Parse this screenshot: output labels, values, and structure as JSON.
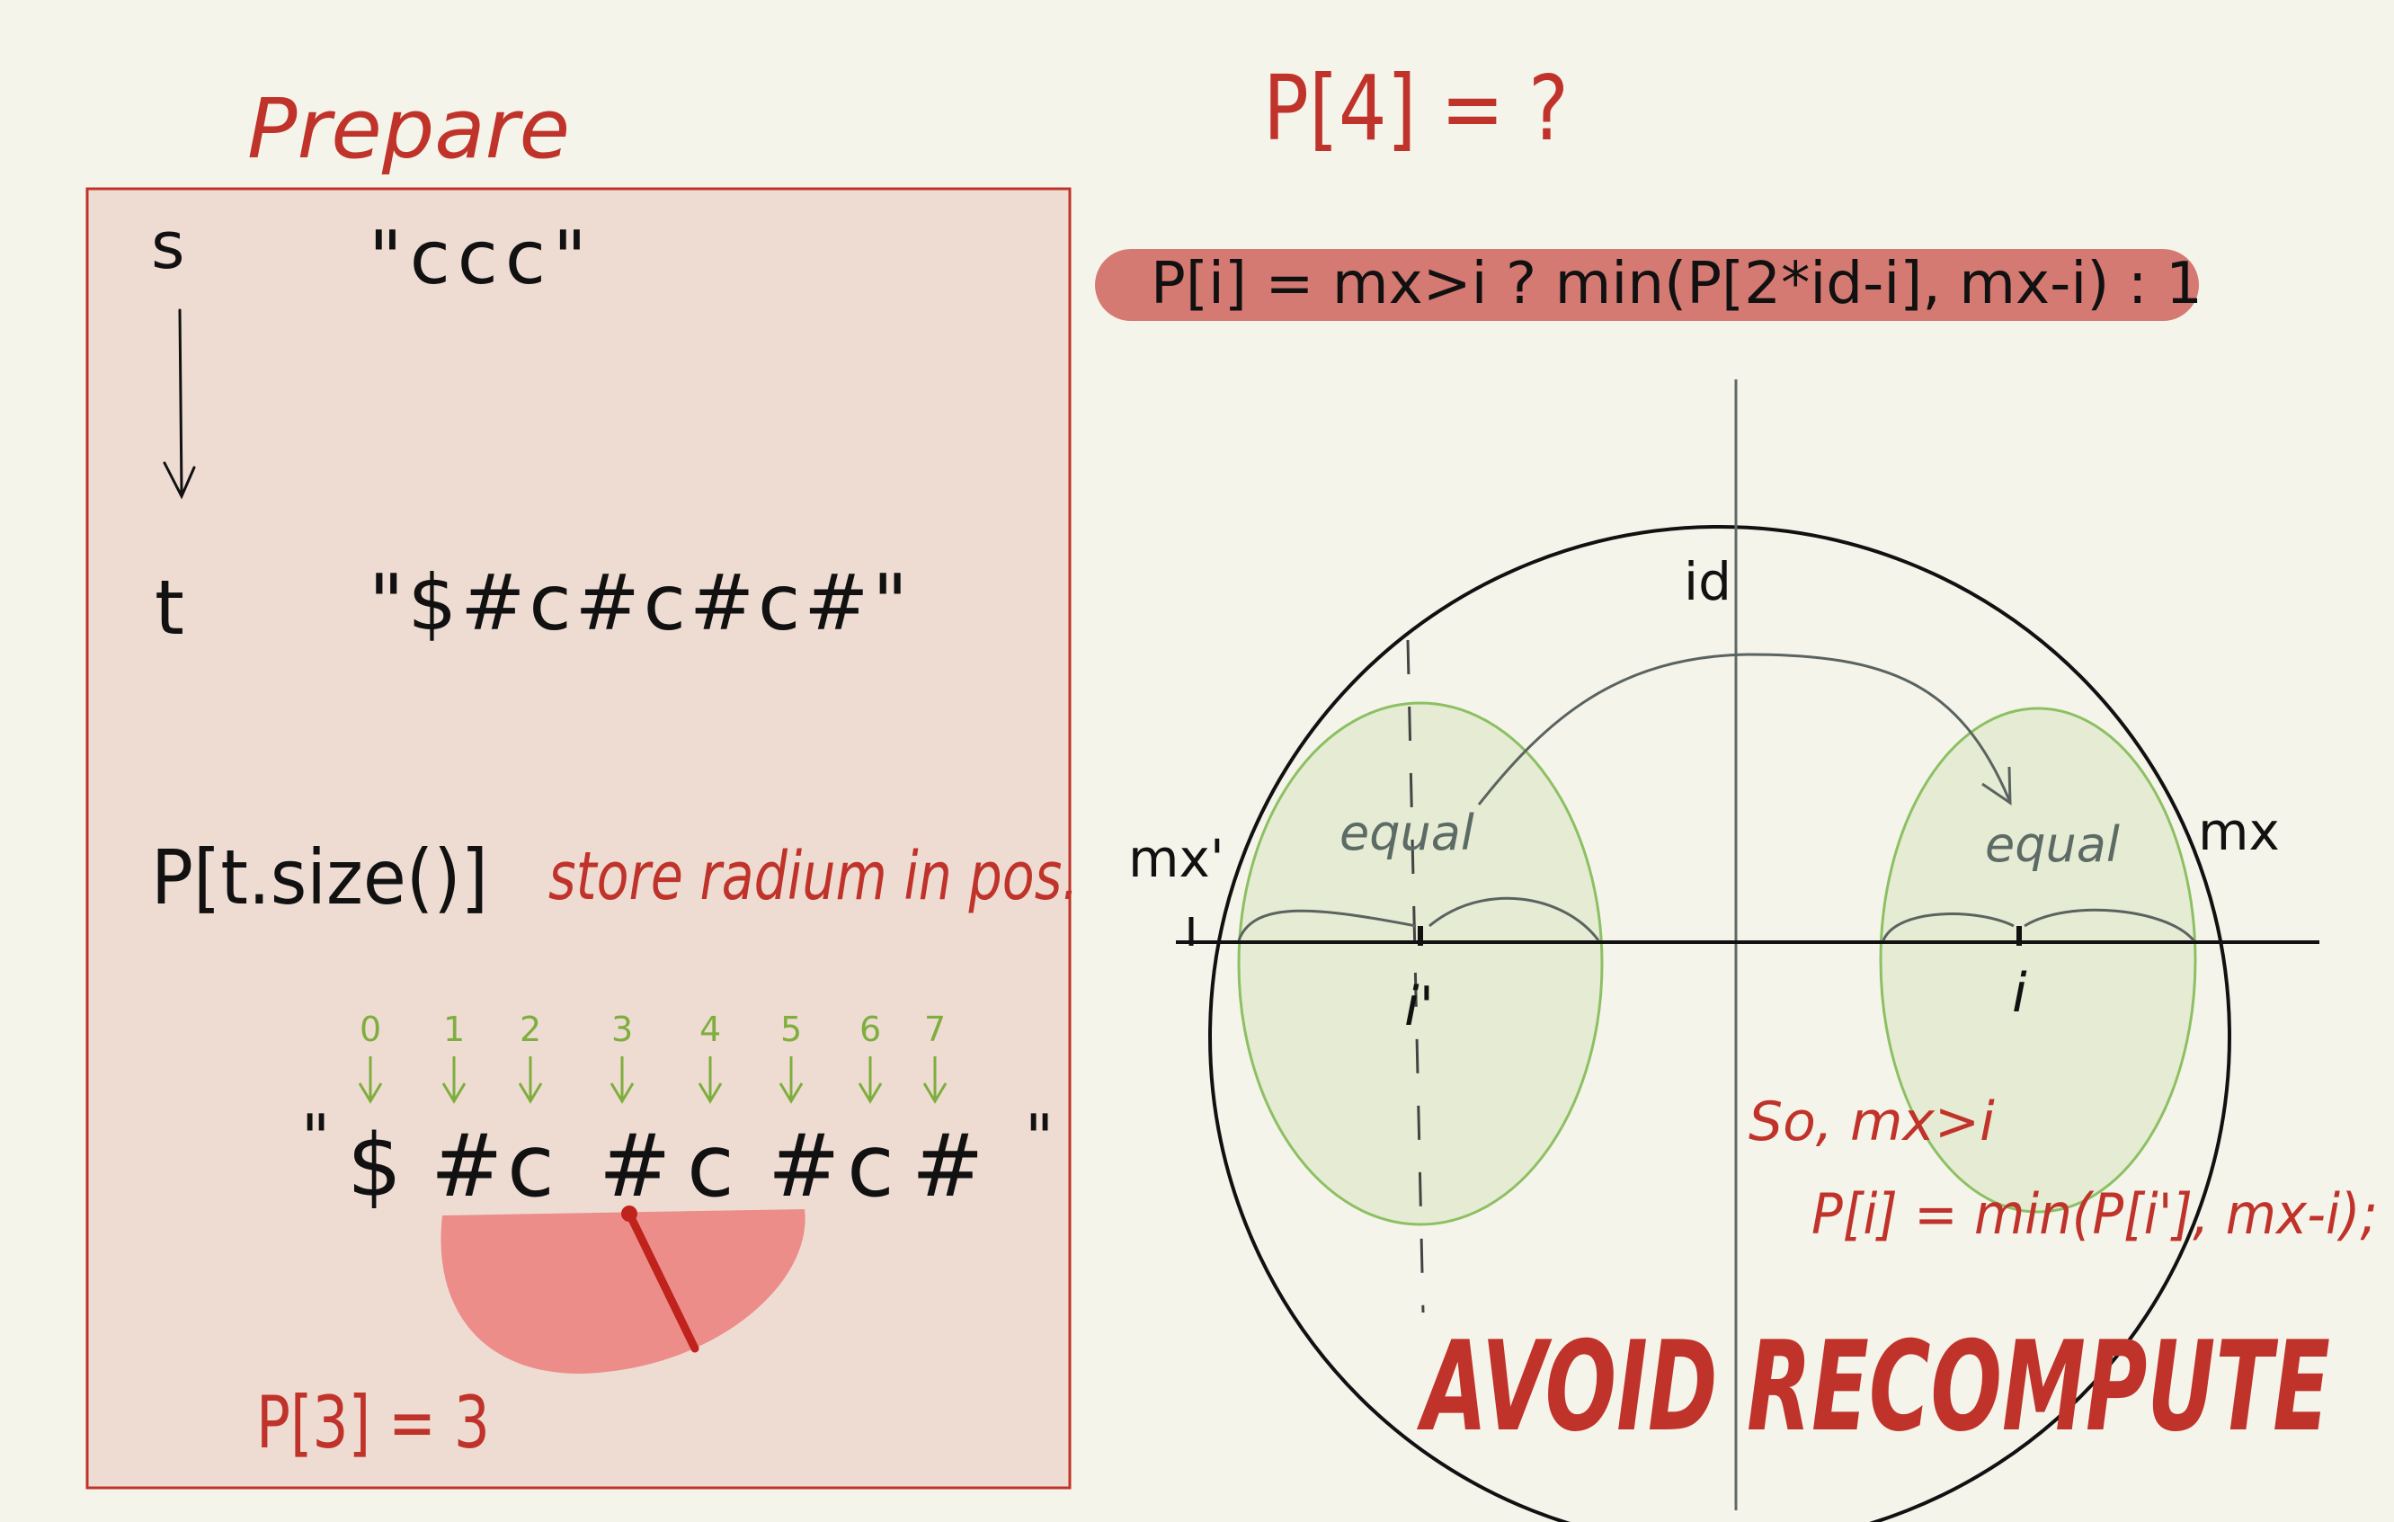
{
  "left_panel": {
    "heading": "Prepare",
    "s_label": "s",
    "s_value": "\"ccc\"",
    "t_label": "t",
    "t_value": "\"$#c#c#c#\"",
    "p_decl": "P[t.size()]",
    "p_note": "store radium in pos.",
    "index_labels": [
      "0",
      "1",
      "2",
      "3",
      "4",
      "5",
      "6",
      "7"
    ],
    "string_chars": [
      "\"",
      "$",
      "#",
      "c",
      "#",
      "c",
      "#",
      "c",
      "#",
      "\""
    ],
    "p3_result": "P[3] = 3"
  },
  "right_panel": {
    "question": "P[4] = ?",
    "formula": "P[i] = mx>i ? min(P[2*id-i], mx-i) : 1",
    "id_label": "id",
    "mx_prime_label": "mx'",
    "mx_label": "mx",
    "i_prime_label": "i'",
    "i_label": "i",
    "equal_left": "equal",
    "equal_right": "equal",
    "conclusion_line1": "So, mx>i",
    "conclusion_line2": "P[i] = min(P[i'], mx-i);",
    "banner": "AVOID RECOMPUTE"
  },
  "colors": {
    "background": "#f5f4ea",
    "panel_fill": "#eedcd2",
    "panel_border": "#c0332b",
    "red_ink": "#c0332b",
    "formula_pill": "#d57a72",
    "radius_fan": "#ec8d8a",
    "green_circle_fill": "#e6ebd3",
    "green_circle_stroke": "#8cc063",
    "index_green": "#7eae3e"
  }
}
